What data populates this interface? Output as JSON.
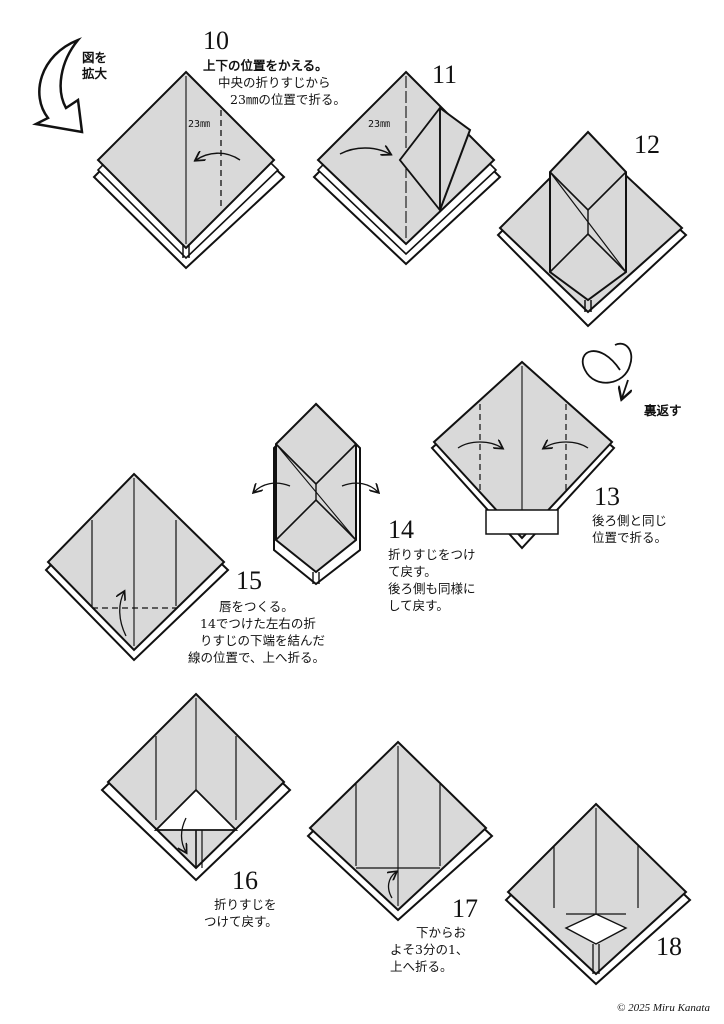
{
  "page": {
    "copyright": "© 2025 Miru Kanata"
  },
  "zoom_label": {
    "line1": "図を",
    "line2": "拡大"
  },
  "flip_label": "裏返す",
  "dim_label": "23㎜",
  "steps": {
    "s10": {
      "number": "10",
      "title": "上下の位置をかえる。",
      "line1": "中央の折りすじから",
      "line2": "23㎜の位置で折る。"
    },
    "s11": {
      "number": "11"
    },
    "s12": {
      "number": "12"
    },
    "s13": {
      "number": "13",
      "line1": "後ろ側と同じ",
      "line2": "位置で折る。"
    },
    "s14": {
      "number": "14",
      "line1": "折りすじをつけ",
      "line2": "て戻す。",
      "line3": "後ろ側も同様に",
      "line4": "して戻す。"
    },
    "s15": {
      "number": "15",
      "line1": "唇をつくる。",
      "line2": "14でつけた左右の折",
      "line3": "りすじの下端を結んだ",
      "line4": "線の位置で、上へ折る。"
    },
    "s16": {
      "number": "16",
      "line1": "折りすじを",
      "line2": "つけて戻す。"
    },
    "s17": {
      "number": "17",
      "line1": "下からお",
      "line2": "よそ3分の1、",
      "line3": "上へ折る。"
    },
    "s18": {
      "number": "18"
    }
  },
  "colors": {
    "paper": "#d9d9d9",
    "paper_white": "#ffffff",
    "line": "#111111"
  }
}
